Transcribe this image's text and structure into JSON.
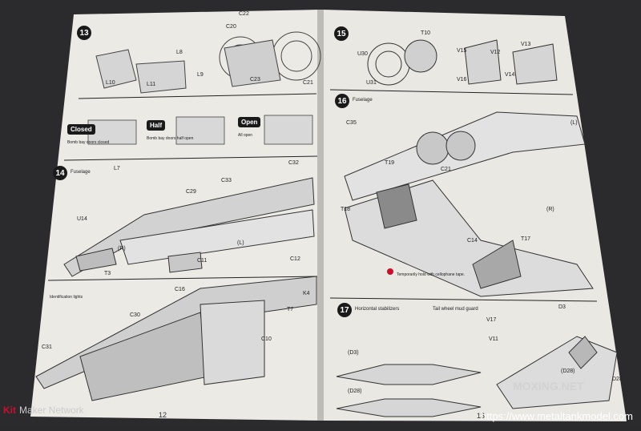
{
  "left_page": {
    "page_number": "12",
    "step13": {
      "num": "13",
      "parts": [
        "C22",
        "C20",
        "C23",
        "C21",
        "L10",
        "L11",
        "L9",
        "L8"
      ]
    },
    "bomb_bay": {
      "closed": {
        "label": "Closed",
        "en": "Bomb bay doors closed"
      },
      "half": {
        "label": "Half",
        "en": "Bomb bay doors half open"
      },
      "open": {
        "label": "Open",
        "en": "All open"
      }
    },
    "step14": {
      "num": "14",
      "title": "Fuselage",
      "parts": [
        "L7",
        "C29",
        "C33",
        "C32",
        "U14",
        "C11",
        "T3",
        "C16",
        "C30",
        "C31",
        "C10",
        "T7",
        "K4",
        "C12"
      ],
      "left_label": "(L)",
      "right_label": "(R)",
      "ident_lights": "Identification lights"
    }
  },
  "right_page": {
    "page_number": "13",
    "step15": {
      "num": "15",
      "parts": [
        "T10",
        "U30",
        "U31",
        "V15",
        "V16",
        "V14",
        "V12",
        "V13"
      ]
    },
    "step16": {
      "num": "16",
      "title": "Fuselage",
      "parts": [
        "C35",
        "T19",
        "C21",
        "T18",
        "T17",
        "C14"
      ],
      "left_label": "(L)",
      "right_label": "(R)",
      "note": "Temporarily hold with cellophane tape."
    },
    "step17": {
      "num": "17",
      "title": "Horizontal stabilizers",
      "subtitle": "Tail wheel mud guard",
      "parts": [
        "D3",
        "D28",
        "V17",
        "V11"
      ],
      "labels": [
        "(D3)",
        "(D28)",
        "(D28)"
      ]
    }
  },
  "watermarks": {
    "left": "Kit Maker Network",
    "left_brand": "Kit",
    "middle": "MOXING.NET",
    "right": "https://www.metaltankmodel.com"
  }
}
